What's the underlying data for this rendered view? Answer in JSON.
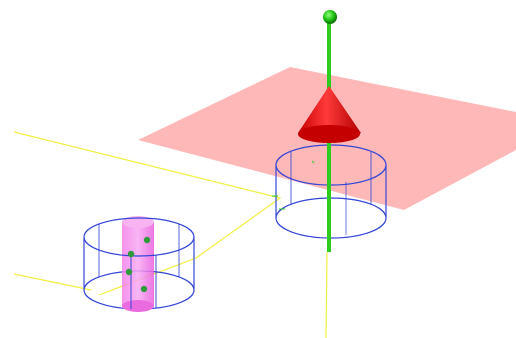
{
  "scene": {
    "type": "3d-geometry-view",
    "colors": {
      "plane_fill": "#ffb0b0",
      "axis_z": "#2ecc1f",
      "axis_z_tip": "#1a8c12",
      "cone": "#e00000",
      "cone_highlight": "#ff5a5a",
      "cylinder_wire": "#3346d6",
      "ray": "#f2ef40",
      "inner_cylinder": "#f060e6",
      "points": "#2f9a3a"
    },
    "objects": [
      {
        "kind": "plane",
        "name": "horizontal-plane"
      },
      {
        "kind": "axis",
        "name": "vertical-axis"
      },
      {
        "kind": "cone",
        "name": "red-cone"
      },
      {
        "kind": "cylinder",
        "name": "right-wire-cylinder"
      },
      {
        "kind": "cylinder",
        "name": "left-wire-cylinder"
      },
      {
        "kind": "cylinder",
        "name": "magenta-inner-cylinder"
      },
      {
        "kind": "ray",
        "name": "yellow-rays"
      },
      {
        "kind": "points",
        "count": 4
      }
    ]
  }
}
